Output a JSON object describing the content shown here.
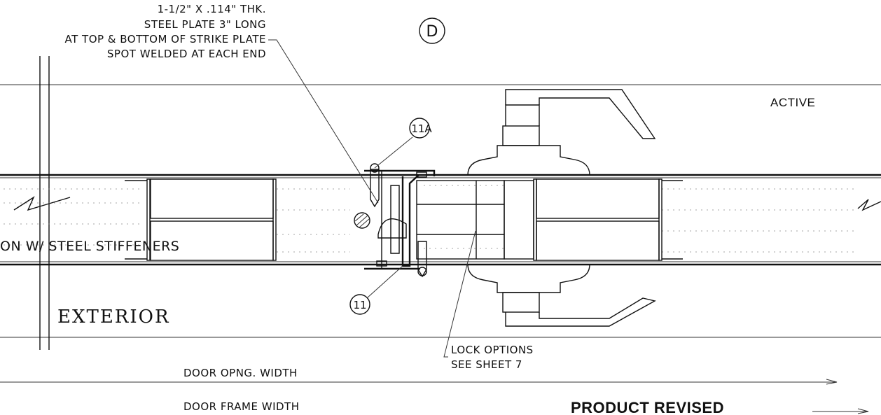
{
  "detail": {
    "marker": "D",
    "note_plate": [
      "1-1/2\" X .114\" THK.",
      "STEEL PLATE 3\" LONG",
      "AT TOP & BOTTOM OF STRIKE PLATE",
      "SPOT WELDED AT EACH END"
    ],
    "label_active": "ACTIVE",
    "label_exterior": "EXTERIOR",
    "label_construction": "ON W/  STEEL STIFFENERS",
    "callout_11a": "11A",
    "callout_11": "11",
    "note_lock": [
      "LOCK OPTIONS",
      "SEE SHEET 7"
    ],
    "dim_opening": "DOOR OPNG. WIDTH",
    "dim_frame": "DOOR FRAME WIDTH",
    "stamp": "PRODUCT REVISED"
  }
}
